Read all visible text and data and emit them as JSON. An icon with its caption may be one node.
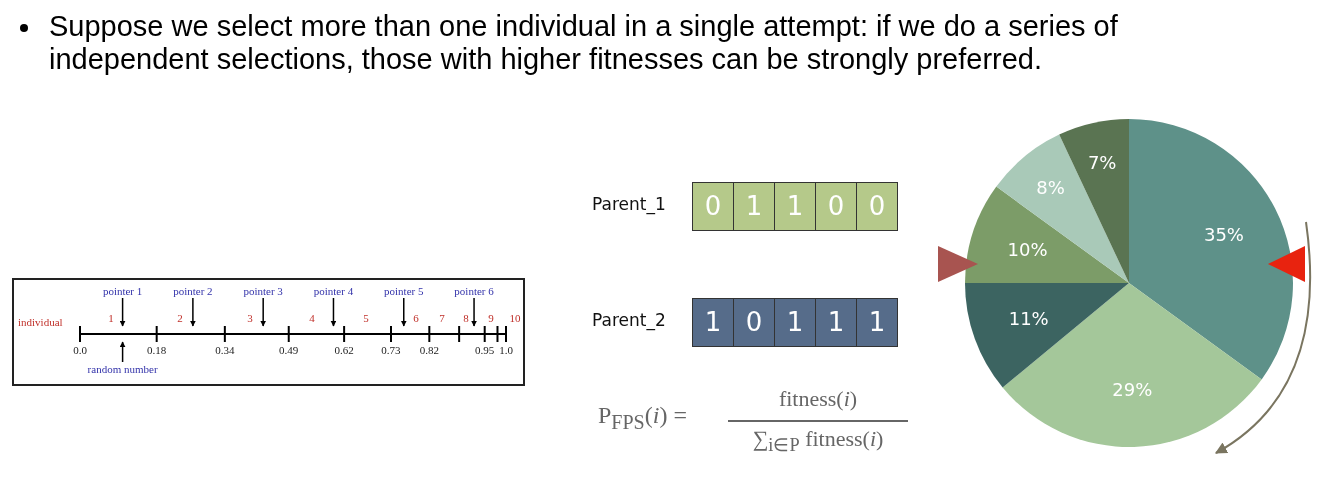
{
  "diagram": {
    "nodes": [
      {
        "text": [
          "pointer 1"
        ]
      },
      {
        "text": [
          "pointer 2"
        ]
      },
      {
        "text": [
          "pointer 3"
        ]
      },
      {
        "text": [
          "pointer 4"
        ]
      },
      {
        "text": [
          "pointer 5"
        ]
      },
      {
        "text": [
          "pointer 6"
        ]
      },
      {
        "text": [
          "random number"
        ]
      },
      {
        "text": [],
        "shape": "line"
      }
    ],
    "edges": [
      {
        "from": 0,
        "to": 7,
        "arrow": "to"
      },
      {
        "from": 1,
        "to": 7,
        "arrow": "to"
      },
      {
        "from": 2,
        "to": 7,
        "arrow": "to"
      },
      {
        "from": 3,
        "to": 7,
        "arrow": "to"
      },
      {
        "from": 4,
        "to": 7,
        "arrow": "to"
      },
      {
        "from": 5,
        "to": 7,
        "arrow": "to"
      },
      {
        "from": 6,
        "to": 7,
        "arrow": "to"
      }
    ],
    "labels": [
      "Suppose we select more than one individual in a single attempt: if we do a series of independent selections, those with higher fitnesses can be strongly preferred.",
      "individual",
      "1",
      "2",
      "3",
      "4",
      "5",
      "6",
      "7",
      "8",
      "9",
      "10",
      "0.0",
      "0.18",
      "0.34",
      "0.49",
      "0.62",
      "0.73",
      "0.82",
      "0.95",
      "1.0",
      "Parent_1",
      "0",
      "1",
      "1",
      "0",
      "0",
      "Parent_2",
      "1",
      "0",
      "1",
      "1",
      "1",
      "P$_{FPS}$(*i*) =",
      "fitness(*i*)",
      "∑$_{i∈P}$ fitness(*i*)"
    ],
    "chart_data": {
      "type": "pie",
      "values": [
        35,
        29,
        11,
        10,
        8,
        7
      ],
      "value_labels": [
        "35%",
        "29%",
        "11%",
        "10%",
        "8%",
        "7%"
      ]
    }
  }
}
